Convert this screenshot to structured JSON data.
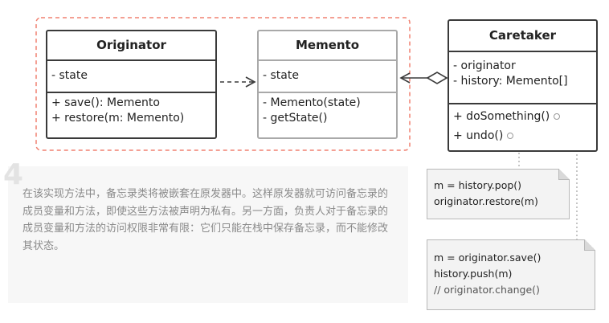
{
  "originator": {
    "title": "Originator",
    "fields": [
      "- state"
    ],
    "methods": [
      "+ save(): Memento",
      "+ restore(m: Memento)"
    ]
  },
  "memento": {
    "title": "Memento",
    "fields": [
      "- state"
    ],
    "methods": [
      "- Memento(state)",
      "- getState()"
    ]
  },
  "caretaker": {
    "title": "Caretaker",
    "fields": [
      "- originator",
      "- history: Memento[]"
    ],
    "methods": [
      "+ doSomething()",
      "+ undo()"
    ]
  },
  "notes": {
    "undo": [
      "m = history.pop()",
      "originator.restore(m)"
    ],
    "do_something": [
      "m = originator.save()",
      "history.push(m)",
      "// originator.change()"
    ]
  },
  "description": {
    "step": "4",
    "text": "在该实现方法中，备忘录类将被嵌套在原发器中。这样原发器就可访问备忘录的成员变量和方法，即使这些方法被声明为私有。另一方面，负责人对于备忘录的成员变量和方法的访问权限非常有限：它们只能在栈中保存备忘录，而不能修改其状态。"
  },
  "colors": {
    "nesting_border": "#f08070",
    "class_border": "#3a3a3a",
    "muted_border": "#a9a9a9",
    "note_bg": "#f3f3f3"
  }
}
